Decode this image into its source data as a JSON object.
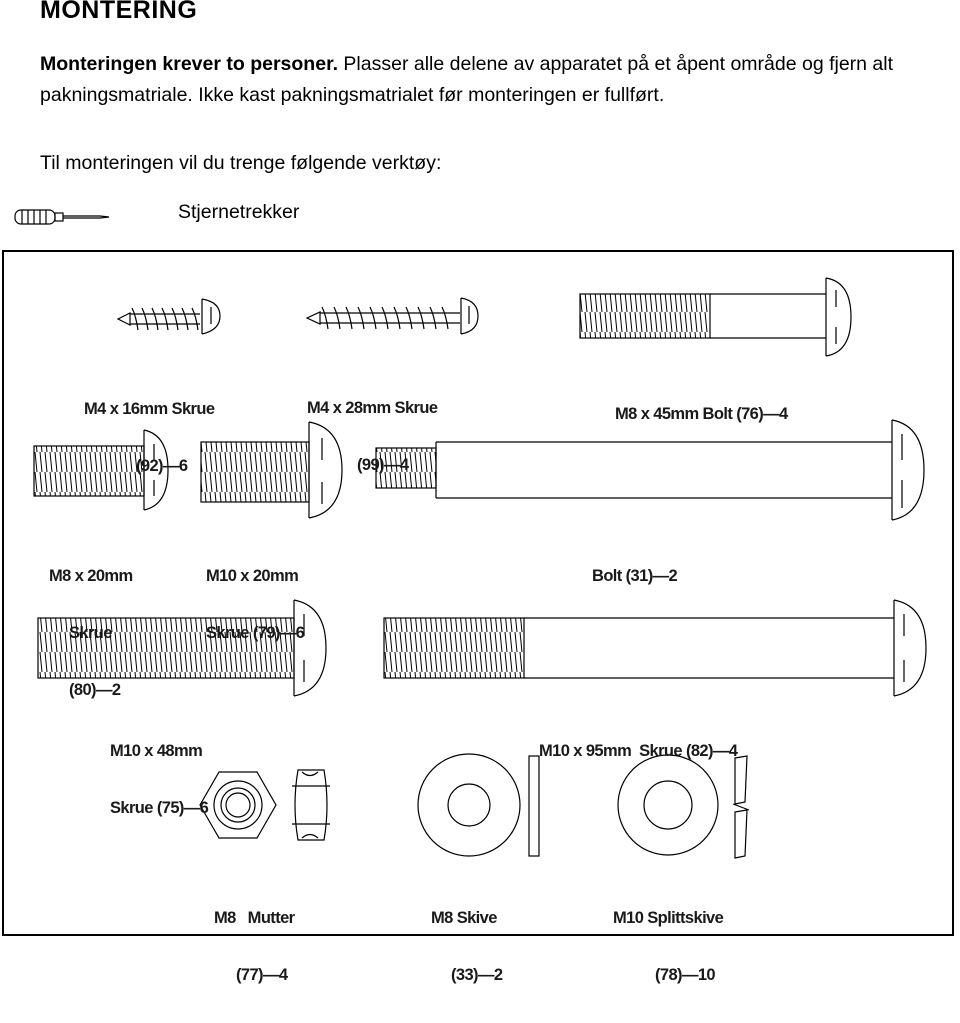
{
  "title": "MONTERING",
  "intro": {
    "bold": "Monteringen krever to personer.",
    "text": " Plasser alle delene av apparatet på et åpent område og fjern alt pakningsmatriale. Ikke kast pakningsmatrialet før monteringen er fullført."
  },
  "tools_intro": "Til monteringen vil du trenge følgende verktøy:",
  "tool": {
    "label": "Stjernetrekker",
    "icon": "screwdriver-icon"
  },
  "parts": [
    {
      "line1": "M4 x 16mm Skrue",
      "line2": "(92)—6"
    },
    {
      "line1": "M4 x 28mm Skrue",
      "line2": "(99)—4"
    },
    {
      "line1": "M8 x 45mm Bolt (76)—4",
      "line2": ""
    },
    {
      "line1": "M8 x 20mm",
      "line2": "Skrue",
      "line3": "(80)—2"
    },
    {
      "line1": "M10 x 20mm",
      "line2": "Skrue (79)—6"
    },
    {
      "line1": "Bolt (31)—2",
      "line2": ""
    },
    {
      "line1": "M10 x 48mm",
      "line2": "Skrue (75)—6"
    },
    {
      "line1": "M10 x 95mm  Skrue (82)—4",
      "line2": ""
    },
    {
      "line1": "M8   Mutter",
      "line2": "(77)—4"
    },
    {
      "line1": "M8 Skive",
      "line2": "(33)—2"
    },
    {
      "line1": "M10 Splittskive",
      "line2": "(78)—10"
    }
  ]
}
